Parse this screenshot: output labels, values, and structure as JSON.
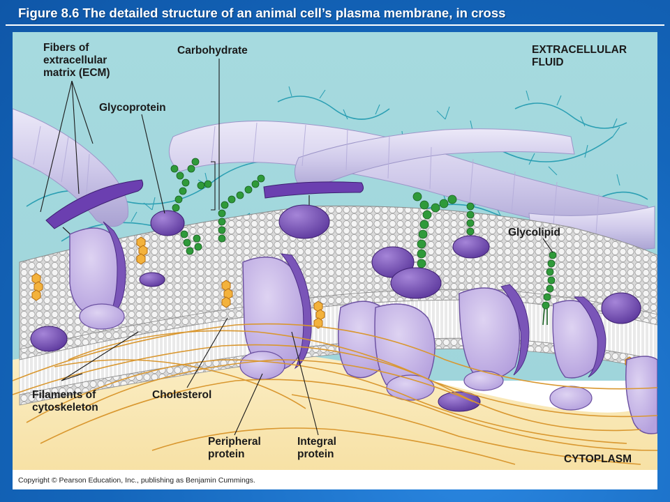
{
  "title": "Figure 8.6  The detailed structure of an animal cell’s plasma membrane, in cross",
  "labels": {
    "ecm": "Fibers of\nextracellular\nmatrix (ECM)",
    "carbohydrate": "Carbohydrate",
    "glycoprotein": "Glycoprotein",
    "extracellular": "EXTRACELLULAR\nFLUID",
    "glycolipid": "Glycolipid",
    "filaments": "Filaments of\ncytoskeleton",
    "cholesterol": "Cholesterol",
    "peripheral": "Peripheral\nprotein",
    "integral": "Integral\nprotein",
    "cytoplasm": "CYTOPLASM"
  },
  "copyright": "Copyright © Pearson Education, Inc., publishing as Benjamin Cummings.",
  "colors": {
    "fluid": "#a9dbe0",
    "cytoplasm": "#f9e8b8",
    "protein": "#c8b6e6",
    "protein_dark": "#7a55b8",
    "carbohydrate": "#2f9a3a",
    "cholesterol": "#f0a830",
    "ecm_fiber": "#c9c3e6",
    "filament": "#e0a23a"
  }
}
